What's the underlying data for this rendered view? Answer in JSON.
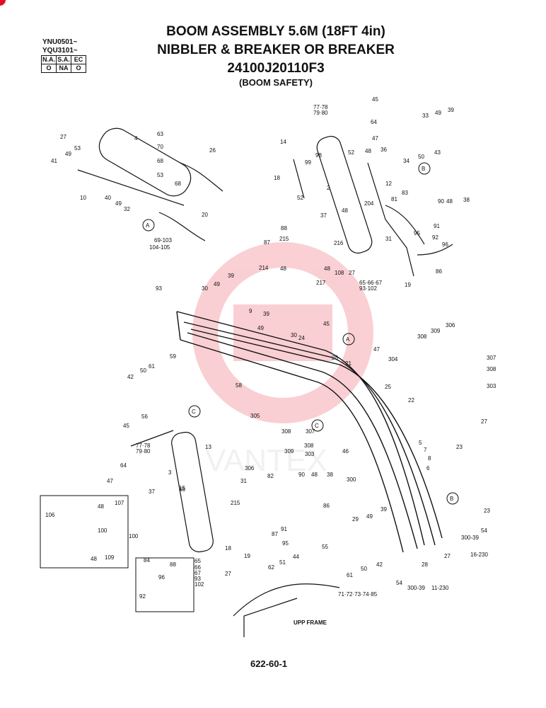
{
  "header": {
    "serial_1": "YNU0501~",
    "serial_2": "YQU3101~",
    "flags": {
      "headers": [
        "N.A.",
        "S.A.",
        "EC"
      ],
      "values": [
        "O",
        "NA",
        "O"
      ]
    },
    "title_1": "BOOM ASSEMBLY 5.6M (18FT 4in)",
    "title_2": "NIBBLER & BREAKER OR BREAKER",
    "title_3": "24100J20110F3",
    "title_4": "(BOOM SAFETY)"
  },
  "page_number": "622-60-1",
  "callouts": [
    "A",
    "B",
    "C"
  ],
  "part_labels": [
    "27",
    "4",
    "53",
    "49",
    "41",
    "10",
    "40",
    "49",
    "32",
    "63",
    "70",
    "68",
    "53",
    "68",
    "26",
    "20",
    "69-103",
    "104-105",
    "14",
    "98",
    "99",
    "18",
    "52",
    "2",
    "45",
    "77·78",
    "79·80",
    "64",
    "47",
    "52",
    "48",
    "36",
    "12",
    "37",
    "48",
    "204",
    "31",
    "88",
    "87",
    "215",
    "216",
    "214",
    "48",
    "108",
    "27",
    "217",
    "48",
    "65·66·67",
    "93·102",
    "33",
    "49",
    "39",
    "34",
    "50",
    "43",
    "83",
    "81",
    "90",
    "48",
    "38",
    "91",
    "95",
    "92",
    "96",
    "86",
    "19",
    "93",
    "30",
    "49",
    "39",
    "9",
    "39",
    "49",
    "30",
    "24",
    "45",
    "42",
    "50",
    "61",
    "59",
    "25",
    "21",
    "47",
    "25",
    "22",
    "58",
    "305",
    "308",
    "309",
    "306",
    "307",
    "308",
    "303",
    "46",
    "308",
    "309",
    "306",
    "307",
    "308",
    "304",
    "303",
    "56",
    "45",
    "64",
    "77·78",
    "79·80",
    "47",
    "13",
    "3",
    "37",
    "48",
    "15",
    "31",
    "82",
    "90",
    "48",
    "38",
    "215",
    "87",
    "86",
    "91",
    "95",
    "300",
    "5",
    "7",
    "8",
    "6",
    "23",
    "27",
    "23",
    "29",
    "49",
    "39",
    "54",
    "300-39",
    "28",
    "27",
    "16-230",
    "11-230",
    "106",
    "48",
    "107",
    "100",
    "48",
    "109",
    "100",
    "84",
    "88",
    "96",
    "92",
    "65",
    "66",
    "67",
    "93",
    "102",
    "27",
    "18",
    "19",
    "55",
    "62",
    "51",
    "44",
    "61",
    "50",
    "42",
    "54",
    "300-39",
    "71·72·73·74·85"
  ],
  "frame_label": "UPP FRAME",
  "watermark": "VANTEX",
  "colors": {
    "ink": "#111111",
    "watermark": "#e8283a",
    "accent": "#e0102a"
  }
}
